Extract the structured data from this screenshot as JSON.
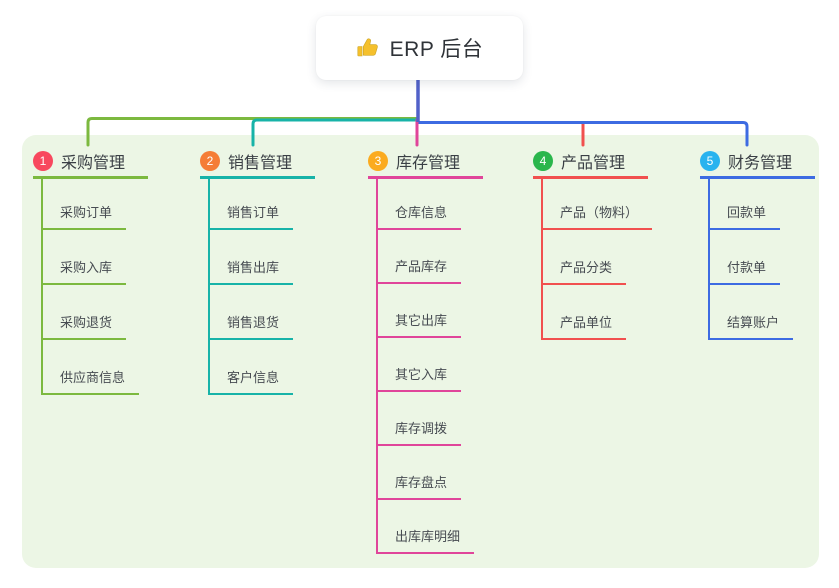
{
  "root": {
    "label": "ERP 后台",
    "icon": "thumbs-up-icon"
  },
  "colors": {
    "trunk": "#5161c9",
    "panel_bg": "#ecf6e5",
    "thumb": "#f5c02c"
  },
  "branches": [
    {
      "key": "purchase-management",
      "badge": "1",
      "badge_color": "#f8485e",
      "line_color": "#7cb93f",
      "label": "采购管理",
      "items": [
        "采购订单",
        "采购入库",
        "采购退货",
        "供应商信息"
      ]
    },
    {
      "key": "sales-management",
      "badge": "2",
      "badge_color": "#f57d36",
      "line_color": "#17b3a8",
      "label": "销售管理",
      "items": [
        "销售订单",
        "销售出库",
        "销售退货",
        "客户信息"
      ]
    },
    {
      "key": "inventory-management",
      "badge": "3",
      "badge_color": "#fbab1f",
      "line_color": "#e0459a",
      "label": "库存管理",
      "items": [
        "仓库信息",
        "产品库存",
        "其它出库",
        "其它入库",
        "库存调拨",
        "库存盘点",
        "出库库明细"
      ]
    },
    {
      "key": "product-management",
      "badge": "4",
      "badge_color": "#2ab64c",
      "line_color": "#f1504f",
      "label": "产品管理",
      "items": [
        "产品（物料）",
        "产品分类",
        "产品单位"
      ]
    },
    {
      "key": "finance-management",
      "badge": "5",
      "badge_color": "#29b3ef",
      "line_color": "#3d6be2",
      "label": "财务管理",
      "items": [
        "回款单",
        "付款单",
        "结算账户"
      ]
    }
  ]
}
